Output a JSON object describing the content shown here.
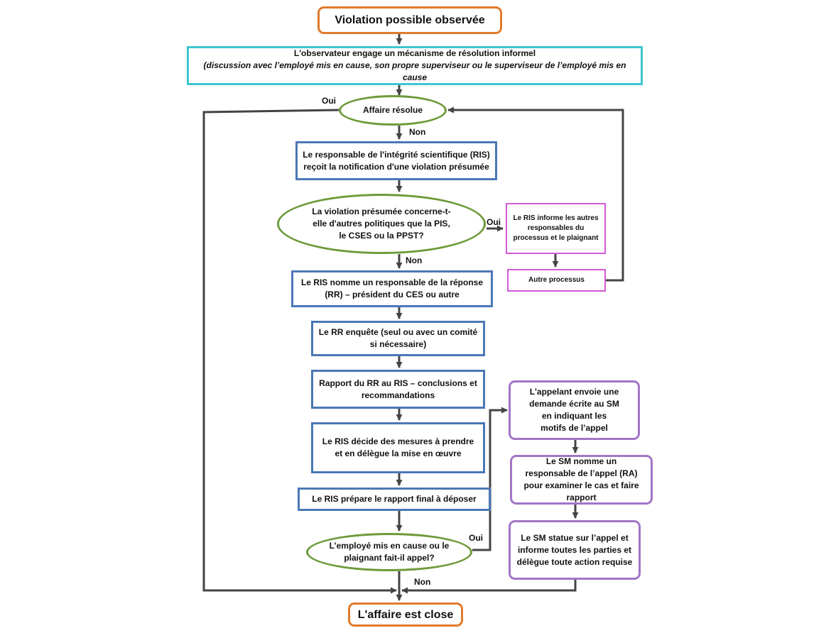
{
  "start": "Violation possible observée",
  "informal": {
    "line1": "L'observateur engage un mécanisme de résolution informel",
    "line2": "(discussion avec l’employé mis en cause, son propre superviseur ou le superviseur de l’employé mis en cause"
  },
  "resolved": "Affaire résolue",
  "notify": "Le responsable de l'intégrité scientifique (RIS) reçoit la notification d'une violation présumée",
  "other_policies": "La violation présumée concerne-t-elle d'autres politiques que la PIS, le CSES ou la PPST?",
  "ris_informs": "Le RIS informe les autres responsables du processus et le plaignant",
  "other_process": "Autre processus",
  "appoint_rr": "Le RIS nomme un responsable de la réponse (RR) – président du CES ou autre",
  "rr_investigates": "Le RR enquête (seul ou avec un comité si nécessaire)",
  "rr_report": "Rapport du RR au RIS – conclusions et recommandations",
  "ris_decides": "Le RIS décide des mesures à prendre et en délègue la mise en œuvre",
  "final_report": "Le RIS prépare le rapport final à déposer",
  "appeal_question": "L’employé mis en cause ou le plaignant fait-il appel?",
  "appeal_request": "L'appelant envoie une demande écrite au SM en indiquant les motifs de l’appel",
  "appoint_ra": "Le SM nomme un responsable de l’appel (RA) pour examiner le cas et faire rapport",
  "sm_rules": "Le SM statue sur l’appel et informe toutes les parties et délègue toute action requise",
  "end": "L'affaire est close",
  "labels": {
    "oui_resolved": "Oui",
    "non_resolved": "Non",
    "oui_policies": "Oui",
    "non_policies": "Non",
    "oui_appeal": "Oui",
    "non_appeal": "Non"
  },
  "colors": {
    "blue_border": "#4a78b5",
    "teal_border": "#3fc5cf",
    "orange_border": "#e07a2c",
    "green_border": "#6e9a3a",
    "pink_border": "#d35ad9",
    "purple_border": "#a275c5",
    "connector": "#444444"
  }
}
